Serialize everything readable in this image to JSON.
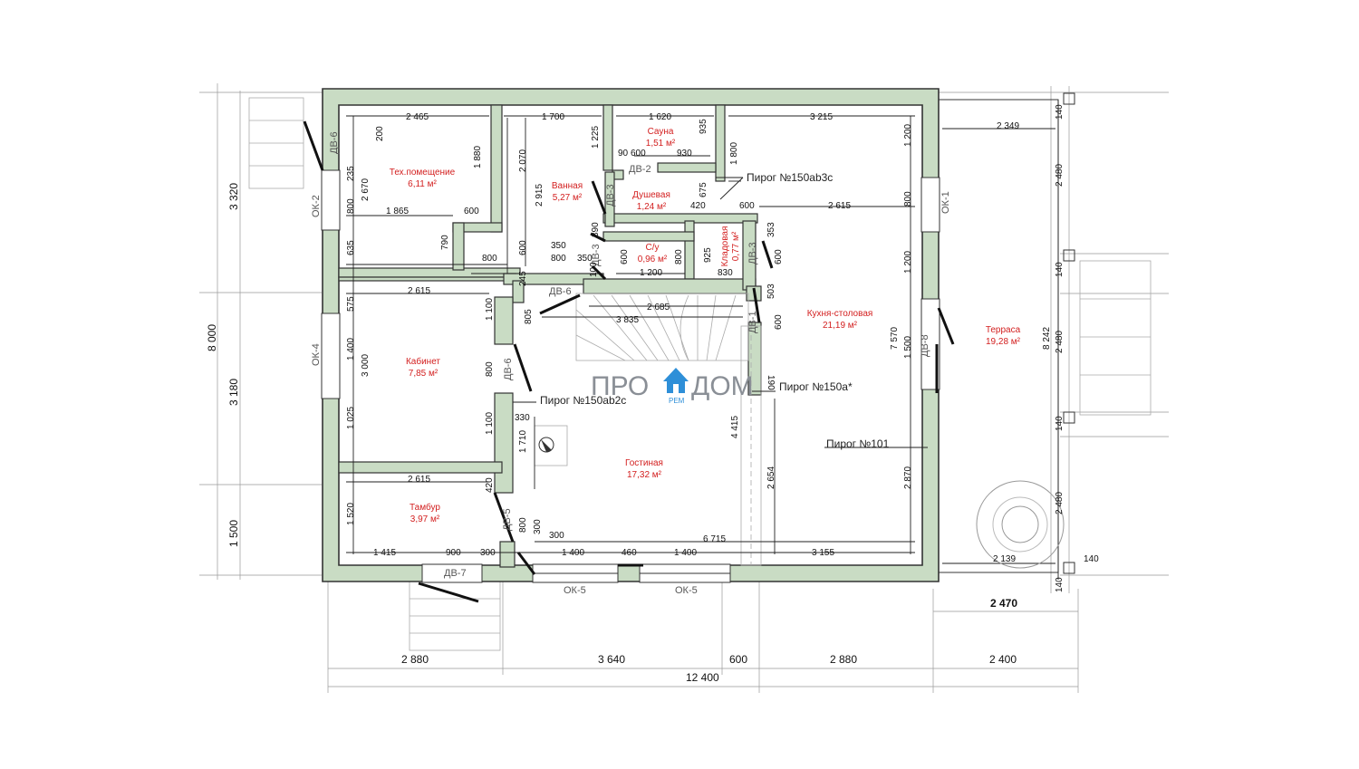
{
  "rooms": [
    {
      "name": "Тех.помещение",
      "area": "6,11 м²"
    },
    {
      "name": "Ванная",
      "area": "5,27 м²"
    },
    {
      "name": "Сауна",
      "area": "1,51 м²"
    },
    {
      "name": "Душевая",
      "area": "1,24 м²"
    },
    {
      "name": "С/у",
      "area": "0,96 м²"
    },
    {
      "name": "Кладовая",
      "area": "0,77 м²"
    },
    {
      "name": "Кухня-столовая",
      "area": "21,19 м²"
    },
    {
      "name": "Кабинет",
      "area": "7,85 м²"
    },
    {
      "name": "Гостиная",
      "area": "17,32 м²"
    },
    {
      "name": "Тамбур",
      "area": "3,97 м²"
    },
    {
      "name": "Терраса",
      "area": "19,28 м²"
    }
  ],
  "cakes": [
    "Пирог №150ab3c",
    "Пирог №150a*",
    "Пирог №150ab2c",
    "Пирог №101"
  ],
  "logo": {
    "left": "ПРО",
    "right": "ДОМ",
    "sub": "РЕМ"
  },
  "openings": [
    "ДВ-6",
    "ДВ-2",
    "ДВ-3",
    "ДВ-3",
    "ДВ-3",
    "ДВ-6",
    "ДВ-1",
    "ДВ-6",
    "ДВ-5",
    "ДВ-7",
    "ДВ-8",
    "ОК-1",
    "ОК-2",
    "ОК-4",
    "ОК-5",
    "ОК-5"
  ],
  "dims_bottom": [
    "2 880",
    "3 640",
    "600",
    "2 880",
    "2 400",
    "12 400",
    "2 470"
  ],
  "dims_left": [
    "3 320",
    "3 180",
    "1 500",
    "8 000"
  ],
  "dims_right": [
    "140",
    "2 480",
    "140",
    "2 480",
    "140",
    "2 480",
    "140",
    "8 242",
    "2 139",
    "140"
  ],
  "dims_inner": [
    "2 465",
    "1 700",
    "1 620",
    "3 215",
    "200",
    "935",
    "1 225",
    "90",
    "600",
    "930",
    "1 880",
    "2 070",
    "2 915",
    "1 800",
    "1 200",
    "2 670",
    "235",
    "675",
    "2 349",
    "800",
    "1 865",
    "600",
    "420",
    "600",
    "2 615",
    "800",
    "353",
    "790",
    "635",
    "350",
    "600",
    "390",
    "600",
    "800",
    "925",
    "830",
    "600",
    "800",
    "800",
    "350",
    "245",
    "1 200",
    "100",
    "1 200",
    "2 615",
    "575",
    "1 100",
    "805",
    "2 685",
    "503",
    "3 835",
    "600",
    "7 570",
    "1 500",
    "1 400",
    "3 000",
    "800",
    "190",
    "4 415",
    "1 025",
    "1 100",
    "330",
    "1 710",
    "2 654",
    "2 870",
    "2 615",
    "420",
    "1 520",
    "300",
    "800",
    "300",
    "6 715",
    "1 415",
    "900",
    "300",
    "1 400",
    "460",
    "1 400",
    "3 155"
  ]
}
